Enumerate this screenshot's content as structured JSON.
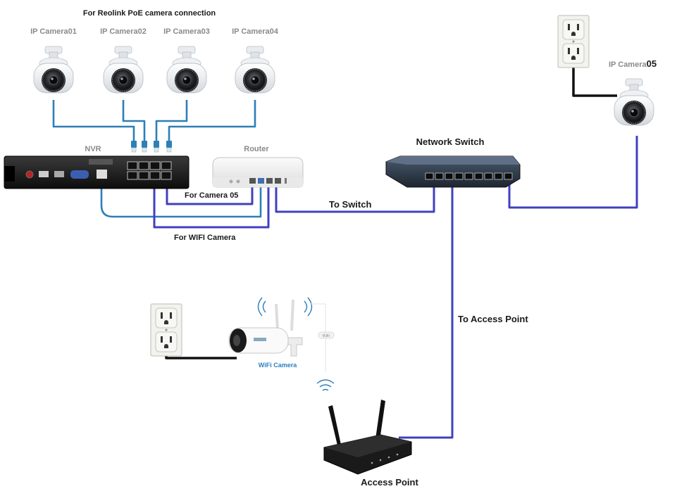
{
  "header": {
    "title": "For Reolink PoE camera connection"
  },
  "cameras": [
    {
      "label": "IP Camera01"
    },
    {
      "label": "IP Camera02"
    },
    {
      "label": "IP Camera03"
    },
    {
      "label": "IP Camera04"
    }
  ],
  "camera05": {
    "label": "IP Camera",
    "number": "05"
  },
  "devices": {
    "nvr": "NVR",
    "router": "Router",
    "network_switch": "Network Switch",
    "access_point": "Access Point",
    "wifi_camera": "WiFi Camera",
    "wifi_badge": "WiFi"
  },
  "connections": {
    "for_camera05": "For Camera 05",
    "to_switch": "To Switch",
    "for_wifi_camera": "For WIFI Camera",
    "to_access_point": "To Access Point"
  },
  "colors": {
    "poe_cable": "#2c7fb8",
    "ethernet_cable": "#4040c0",
    "power_cable": "#111111"
  }
}
